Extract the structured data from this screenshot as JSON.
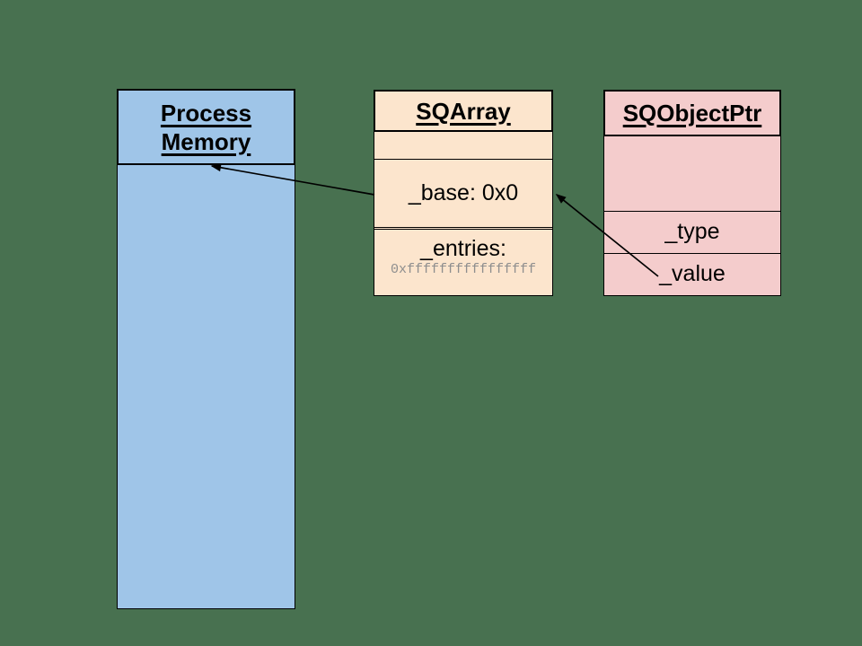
{
  "background_color": "#487150",
  "process_memory": {
    "title": "Process Memory",
    "fill": "#9fc5e8"
  },
  "sqarray": {
    "title": "SQArray",
    "fill": "#fce5cd",
    "base_label": "_base: 0x0",
    "entries_label": "_entries:",
    "entries_value": "0xffffffffffffffff"
  },
  "sqobjectptr": {
    "title": "SQObjectPtr",
    "fill": "#f4cccc",
    "type_label": "_type",
    "value_label": "_value"
  },
  "arrows": [
    {
      "from": "SQArray _base cell",
      "to": "Process Memory"
    },
    {
      "from": "SQObjectPtr _value cell",
      "to": "SQArray _base cell"
    }
  ]
}
